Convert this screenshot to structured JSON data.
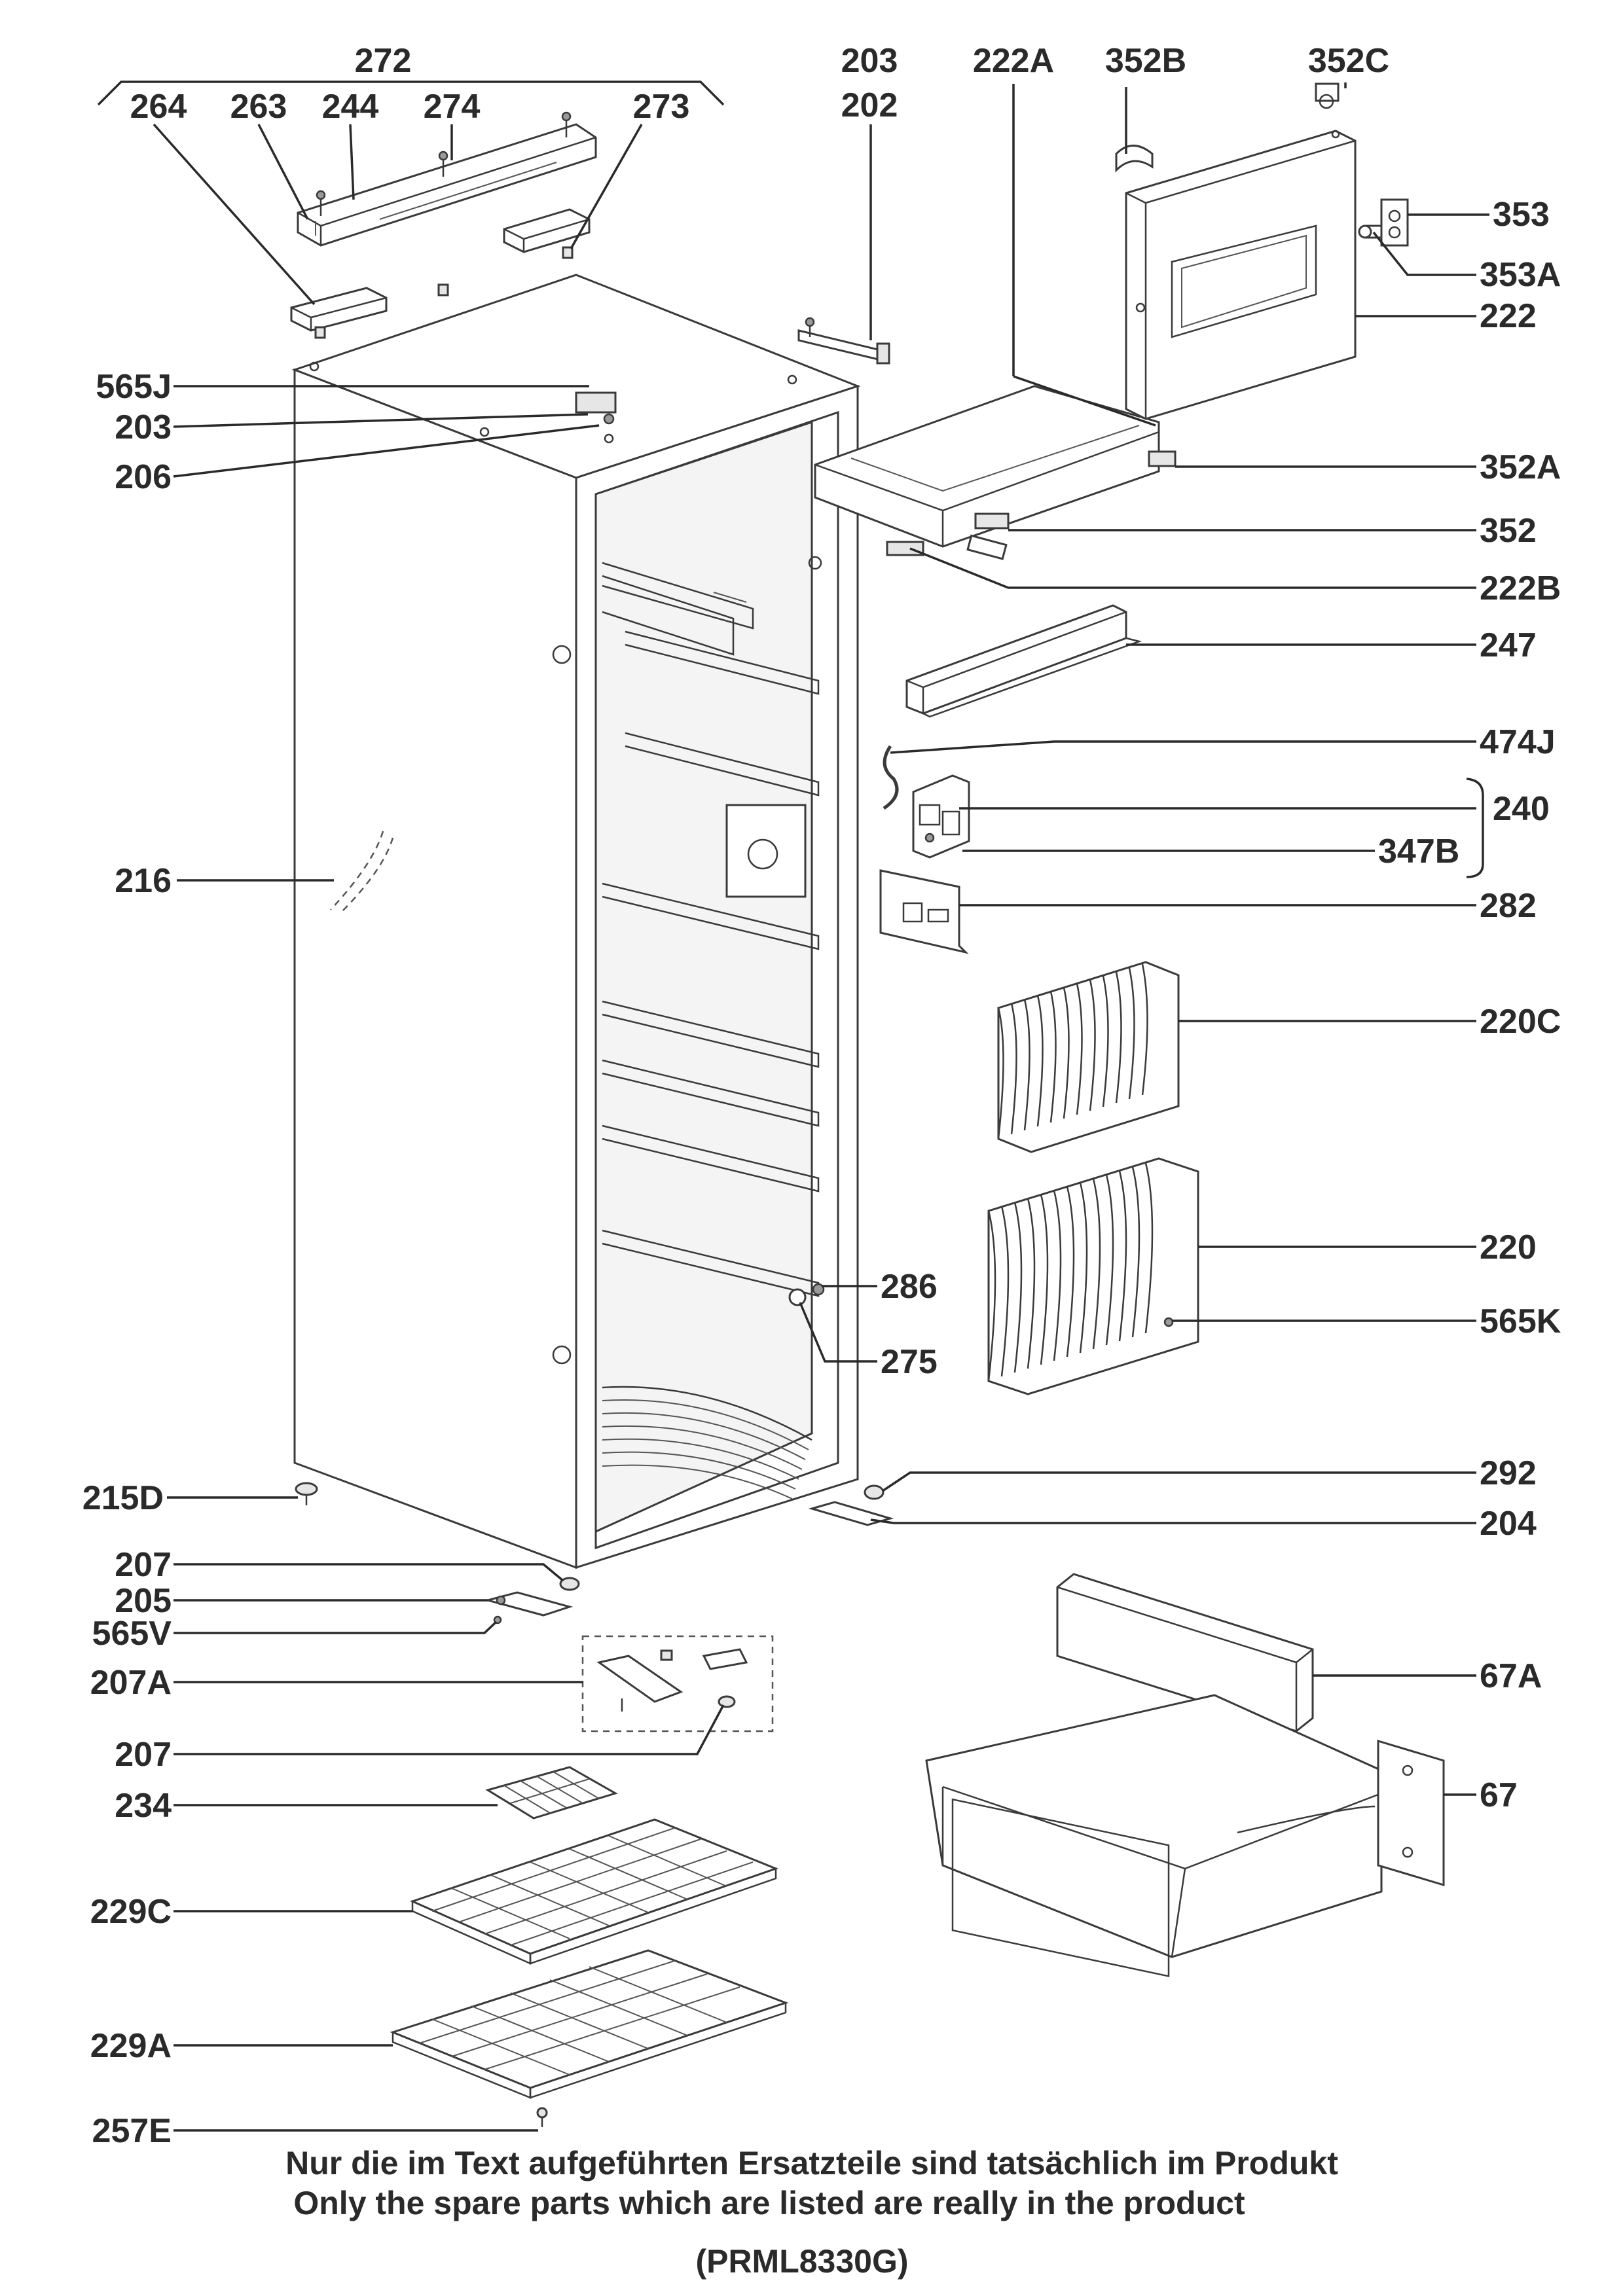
{
  "labels": {
    "l272": "272",
    "l264": "264",
    "l263": "263",
    "l244": "244",
    "l274": "274",
    "l273": "273",
    "l203a": "203",
    "l202": "202",
    "l222A": "222A",
    "l352B": "352B",
    "l352C": "352C",
    "l353": "353",
    "l353A": "353A",
    "l222": "222",
    "l565J": "565J",
    "l203b": "203",
    "l206": "206",
    "l352A": "352A",
    "l352": "352",
    "l222B": "222B",
    "l247": "247",
    "l474J": "474J",
    "l240": "240",
    "l347B": "347B",
    "l282": "282",
    "l216": "216",
    "l220C": "220C",
    "l220": "220",
    "l565K": "565K",
    "l286": "286",
    "l275": "275",
    "l292": "292",
    "l204": "204",
    "l215D": "215D",
    "l207a": "207",
    "l205": "205",
    "l565V": "565V",
    "l207A": "207A",
    "l207b": "207",
    "l67A": "67A",
    "l67": "67",
    "l234": "234",
    "l229C": "229C",
    "l229A": "229A",
    "l257E": "257E"
  },
  "caption": {
    "german": "Nur die im Text aufgeführten Ersatzteile sind tatsächlich im Produkt",
    "english": "Only the spare parts which are listed are really in the product",
    "model": "(PRML8330G)"
  }
}
